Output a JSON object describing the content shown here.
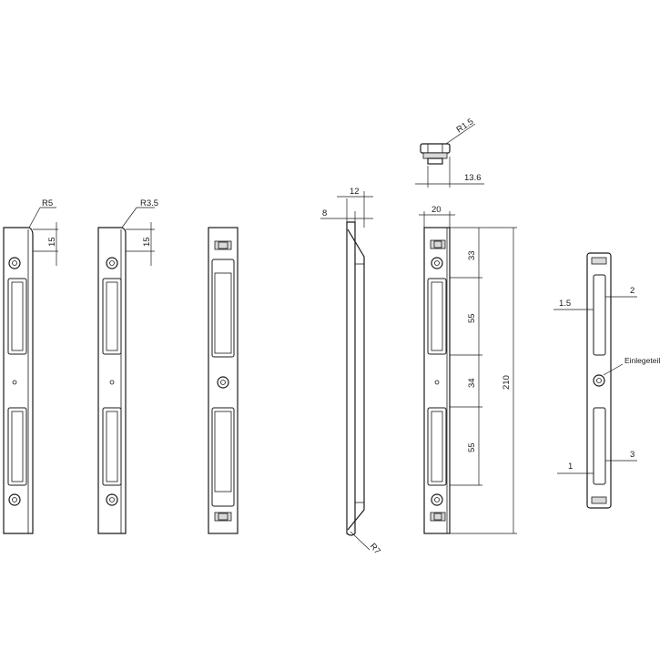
{
  "labels": {
    "r5": "R5",
    "r35": "R3.5",
    "r15": "R1.5",
    "r7": "R7",
    "d15a": "15",
    "d15b": "15",
    "d12": "12",
    "d8": "8",
    "d20": "20",
    "d136": "13.6",
    "d33": "33",
    "d55a": "55",
    "d34": "34",
    "d55b": "55",
    "d210": "210",
    "d15c": "1.5",
    "d2": "2",
    "d1": "1",
    "d3": "3",
    "einlegeteil": "Einlegeteil"
  }
}
